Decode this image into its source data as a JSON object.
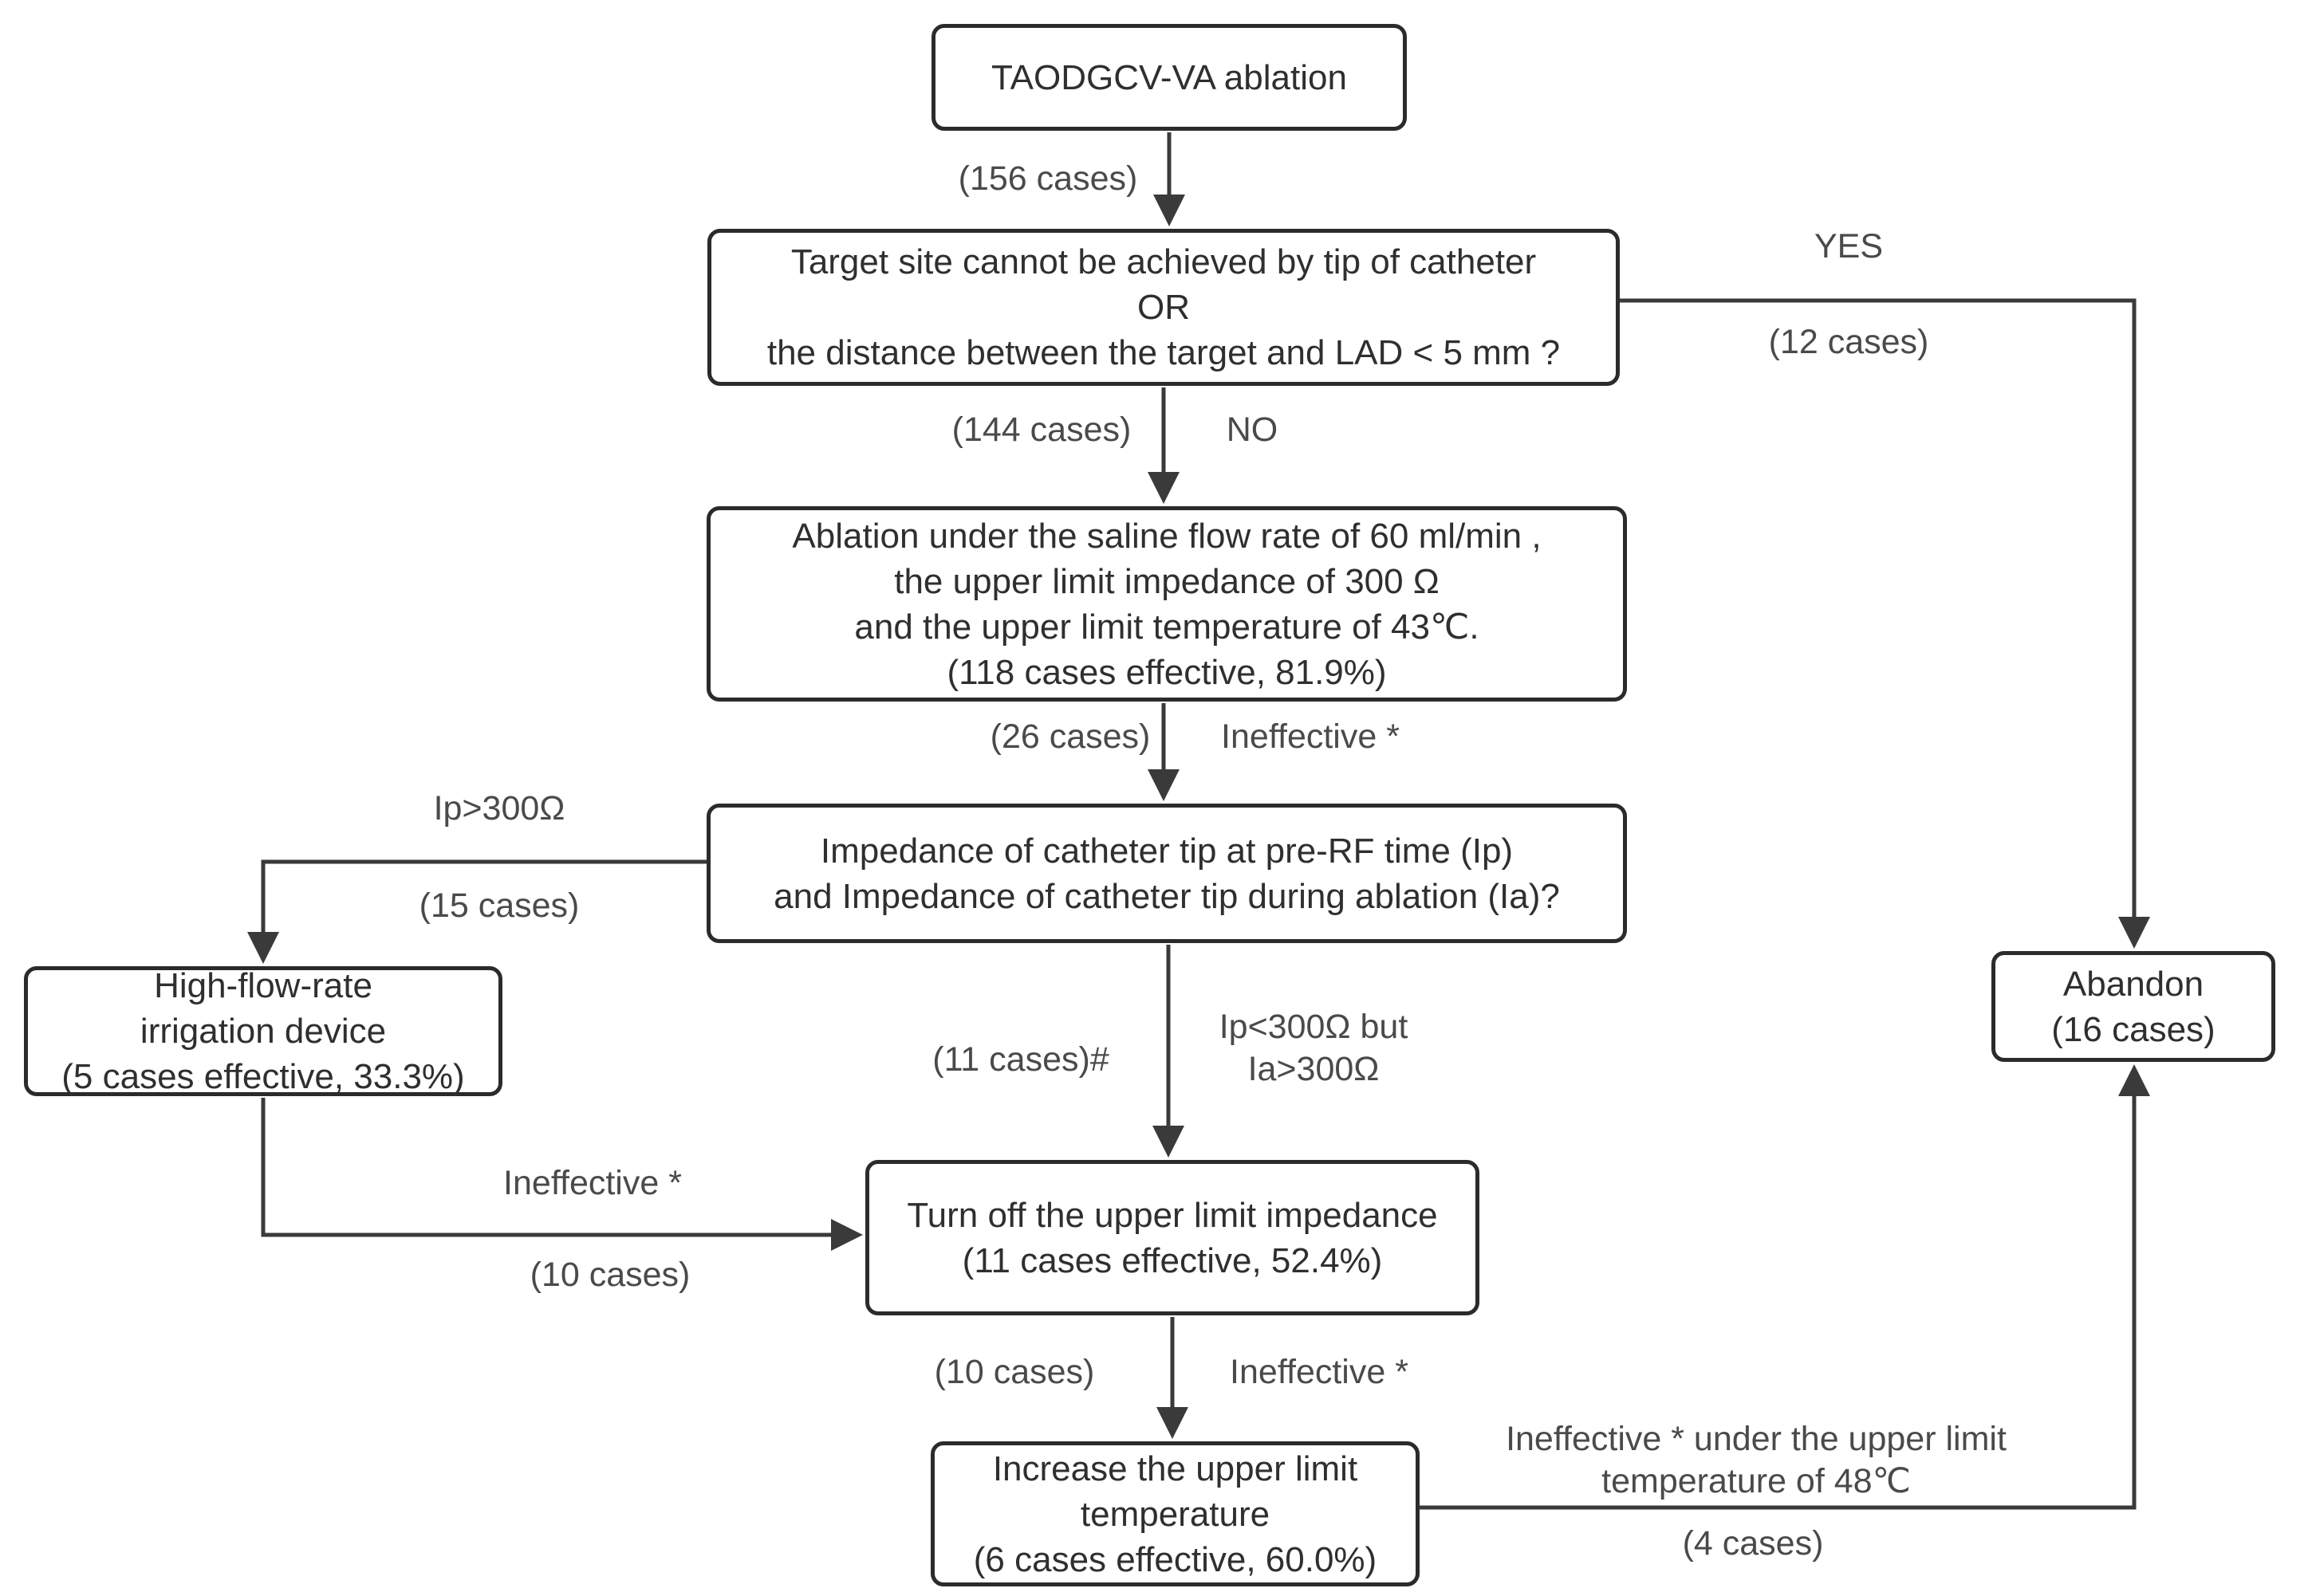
{
  "title": "TAODGCV-VA ablation flowchart",
  "nodes": {
    "start": {
      "line1": "TAODGCV-VA ablation"
    },
    "target_site": {
      "line1": "Target site cannot be achieved by tip of catheter",
      "line2": "OR",
      "line3": "the distance between the target and LAD < 5 mm ?"
    },
    "ablation_settings": {
      "line1": "Ablation under the saline flow rate of 60 ml/min ,",
      "line2": "the upper limit impedance of 300 Ω",
      "line3": "and the upper limit temperature of 43℃.",
      "line4": "(118 cases effective, 81.9%)"
    },
    "impedance_question": {
      "line1": "Impedance of catheter tip at pre-RF time (Ip)",
      "line2": "and Impedance of catheter tip during ablation (Ia)?"
    },
    "high_flow": {
      "line1": "High-flow-rate",
      "line2": "irrigation device",
      "line3": "(5 cases effective, 33.3%)"
    },
    "turn_off": {
      "line1": "Turn off the upper limit impedance",
      "line2": "(11 cases effective, 52.4%)"
    },
    "increase_temp": {
      "line1": "Increase the upper limit",
      "line2": "temperature",
      "line3": "(6 cases effective, 60.0%)"
    },
    "abandon": {
      "line1": "Abandon",
      "line2": "(16 cases)"
    }
  },
  "edge_labels": {
    "cases_156": "(156 cases)",
    "yes": "YES",
    "cases_12": "(12 cases)",
    "cases_144": "(144 cases)",
    "no": "NO",
    "cases_26": "(26 cases)",
    "ineffective_1": "Ineffective *",
    "ip_gt": "Ip>300Ω",
    "cases_15": "(15 cases)",
    "cases_11_hash": "(11 cases)#",
    "ip_lt_line1": "Ip<300Ω but",
    "ip_lt_line2": "Ia>300Ω",
    "ineffective_2": "Ineffective *",
    "cases_10_left": "(10 cases)",
    "cases_10_down": "(10 cases)",
    "ineffective_3": "Ineffective *",
    "ineffective_48_line1": "Ineffective * under the upper limit",
    "ineffective_48_line2": "temperature of 48℃",
    "cases_4": "(4 cases)"
  }
}
